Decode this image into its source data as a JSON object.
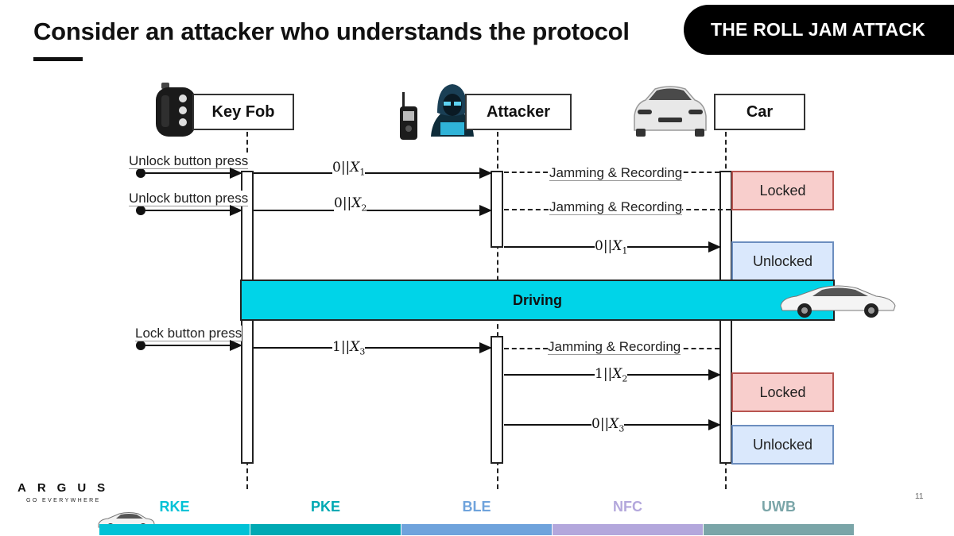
{
  "header": {
    "title": "Consider an attacker who understands the protocol",
    "tag": "THE ROLL JAM ATTACK"
  },
  "actors": {
    "key_fob": "Key Fob",
    "attacker": "Attacker",
    "car": "Car"
  },
  "events": {
    "unlock_press_1": "Unlock button press",
    "unlock_press_2": "Unlock button press",
    "lock_press": "Lock button press"
  },
  "messages": {
    "m1": {
      "bit": "0",
      "sym": "X",
      "sub": "1"
    },
    "m2": {
      "bit": "0",
      "sym": "X",
      "sub": "2"
    },
    "m3": {
      "bit": "0",
      "sym": "X",
      "sub": "1"
    },
    "m4": {
      "bit": "1",
      "sym": "X",
      "sub": "3"
    },
    "m5": {
      "bit": "1",
      "sym": "X",
      "sub": "2"
    },
    "m6": {
      "bit": "0",
      "sym": "X",
      "sub": "3"
    }
  },
  "jamming": {
    "j1": "Jamming & Recording",
    "j2": "Jamming & Recording",
    "j3": "Jamming & Recording"
  },
  "states": {
    "s1": "Locked",
    "s2": "Unlocked",
    "s3": "Locked",
    "s4": "Unlocked"
  },
  "driving": "Driving",
  "logo": {
    "name": "ARGUS",
    "tagline": "GO EVERYWHERE"
  },
  "page_number": "11",
  "footer": {
    "tabs": [
      {
        "label": "RKE",
        "color": "#00c2d6"
      },
      {
        "label": "PKE",
        "color": "#00a9b3"
      },
      {
        "label": "BLE",
        "color": "#6fa3dc"
      },
      {
        "label": "NFC",
        "color": "#b3a7dc"
      },
      {
        "label": "UWB",
        "color": "#7aa5a8"
      }
    ]
  }
}
